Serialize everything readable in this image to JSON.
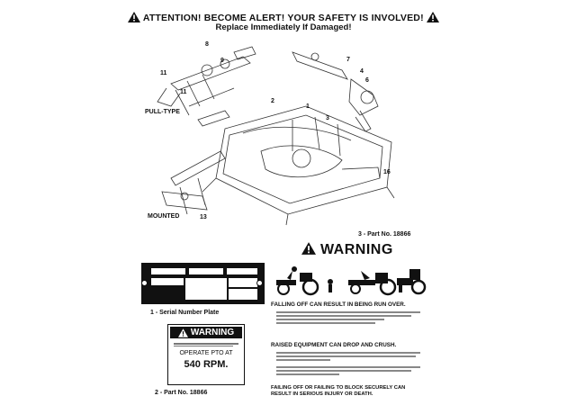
{
  "header": {
    "line1": "ATTENTION! BECOME ALERT! YOUR SAFETY IS INVOLVED!",
    "line2": "Replace Immediately If Damaged!"
  },
  "diagram": {
    "pull_type_label": "PULL-TYPE",
    "mounted_label": "MOUNTED",
    "callouts": [
      "8",
      "11",
      "11",
      "9",
      "2",
      "7",
      "4",
      "6",
      "1",
      "16",
      "3",
      "13"
    ]
  },
  "part3": {
    "caption": "3 - Part No. 18866",
    "warning_title": "WARNING",
    "section1_title": "FALLING OFF CAN RESULT IN BEING RUN OVER.",
    "section2_title": "RAISED EQUIPMENT CAN DROP AND CRUSH.",
    "footer_line1": "FAILING OFF OR FAILING TO BLOCK SECURELY CAN",
    "footer_line2": "RESULT IN SERIOUS INJURY OR DEATH."
  },
  "part1": {
    "caption": "1 - Serial Number Plate"
  },
  "part2": {
    "warning_title": "WARNING",
    "operate_line1": "OPERATE PTO AT",
    "operate_line2": "540 RPM.",
    "caption": "2 - Part No. 18866"
  }
}
